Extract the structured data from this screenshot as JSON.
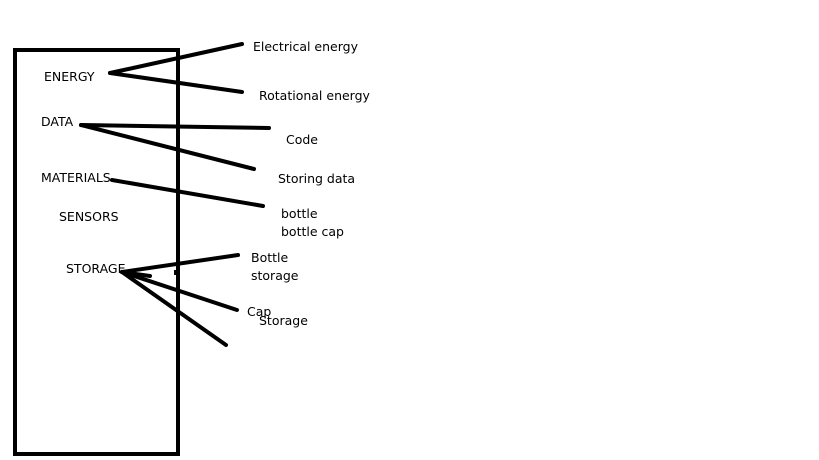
{
  "categories": {
    "energy": "ENERGY",
    "data": "DATA",
    "materials": "MATERIALS",
    "sensors": "SENSORS",
    "storage": "STORAGE"
  },
  "branches": {
    "electrical_energy": "Electrical energy",
    "rotational_energy": "Rotational energy",
    "code": "Code",
    "storing_data": "Storing data",
    "bottle": "bottle",
    "bottle_cap": "bottle cap",
    "bottle_storage_1": "Bottle",
    "bottle_storage_2": "storage",
    "cap_storage_1": "Cap",
    "cap_storage_2": "Storage"
  },
  "colors": {
    "ink": "#000000",
    "background": "#ffffff"
  }
}
